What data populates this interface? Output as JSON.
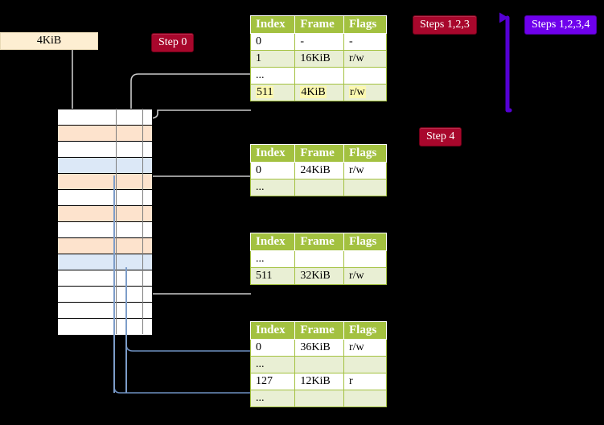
{
  "labels": {
    "size_label": "4KiB",
    "step0": "Step 0",
    "step4": "Step 4",
    "steps123": "Steps 1,2,3",
    "steps1234": "Steps 1,2,3,4"
  },
  "colors": {
    "header_green": "#a3c140",
    "badge_red": "#a8072c",
    "badge_purple": "#6f00ec",
    "row_alt": "#e9efd4",
    "highlight_yellow": "#fbf8b0",
    "mem_orange": "#fde3cd",
    "mem_blue": "#dce8f7",
    "cream": "#fdeed2",
    "gray_arrow": "#b3b3b3",
    "blue_arrow": "#6e8fc0"
  },
  "table_columns": [
    "Index",
    "Frame",
    "Flags"
  ],
  "tables": [
    {
      "name": "pml4-table",
      "columns": [
        "Index",
        "Frame",
        "Flags"
      ],
      "rows": [
        {
          "index": "0",
          "frame": "-",
          "flags": "-",
          "alt": false,
          "highlight": false
        },
        {
          "index": "1",
          "frame": "16KiB",
          "flags": "r/w",
          "alt": true,
          "highlight": false
        },
        {
          "index": "...",
          "frame": "",
          "flags": "",
          "alt": false,
          "highlight": false
        },
        {
          "index": "511",
          "frame": "4KiB",
          "flags": "r/w",
          "alt": true,
          "highlight": true
        }
      ]
    },
    {
      "name": "pdp-table",
      "columns": [
        "Index",
        "Frame",
        "Flags"
      ],
      "rows": [
        {
          "index": "0",
          "frame": "24KiB",
          "flags": "r/w",
          "alt": false,
          "highlight": false
        },
        {
          "index": "...",
          "frame": "",
          "flags": "",
          "alt": true,
          "highlight": false
        }
      ]
    },
    {
      "name": "pd-table",
      "columns": [
        "Index",
        "Frame",
        "Flags"
      ],
      "rows": [
        {
          "index": "...",
          "frame": "",
          "flags": "",
          "alt": false,
          "highlight": false
        },
        {
          "index": "511",
          "frame": "32KiB",
          "flags": "r/w",
          "alt": true,
          "highlight": false
        }
      ]
    },
    {
      "name": "pt-table",
      "columns": [
        "Index",
        "Frame",
        "Flags"
      ],
      "rows": [
        {
          "index": "0",
          "frame": "36KiB",
          "flags": "r/w",
          "alt": false,
          "highlight": false
        },
        {
          "index": "...",
          "frame": "",
          "flags": "",
          "alt": true,
          "highlight": false
        },
        {
          "index": "127",
          "frame": "12KiB",
          "flags": "r",
          "alt": false,
          "highlight": false
        },
        {
          "index": "...",
          "frame": "",
          "flags": "",
          "alt": true,
          "highlight": false
        }
      ]
    }
  ],
  "memory_rows": [
    {
      "fill": "white",
      "tick": true
    },
    {
      "fill": "orange",
      "tick": true
    },
    {
      "fill": "white",
      "tick": true
    },
    {
      "fill": "blue",
      "tick": false
    },
    {
      "fill": "orange",
      "tick": true
    },
    {
      "fill": "white",
      "tick": false
    },
    {
      "fill": "orange",
      "tick": true
    },
    {
      "fill": "white",
      "tick": false
    },
    {
      "fill": "orange",
      "tick": true
    },
    {
      "fill": "blue",
      "tick": false
    },
    {
      "fill": "white",
      "tick": false
    },
    {
      "fill": "white",
      "tick": false
    },
    {
      "fill": "white",
      "tick": false
    },
    {
      "fill": "white",
      "tick": false
    }
  ]
}
